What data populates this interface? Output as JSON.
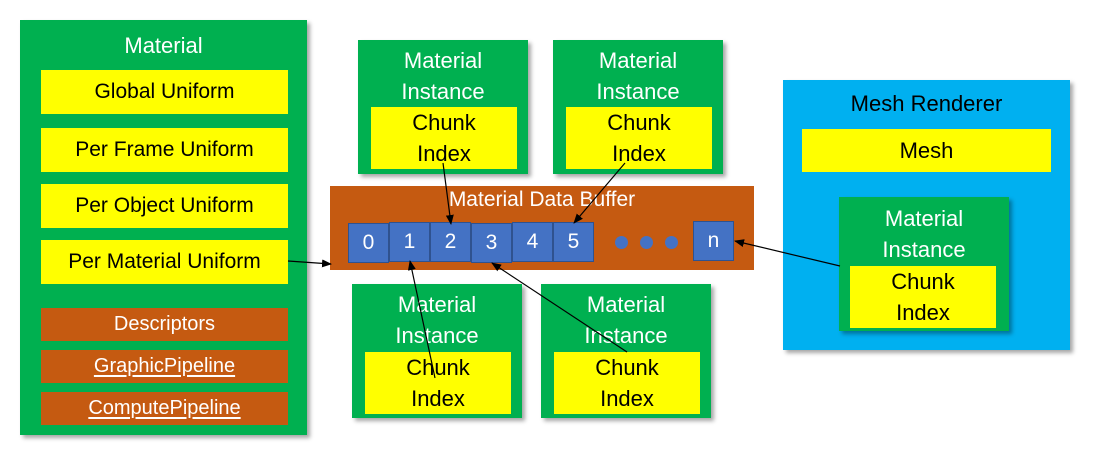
{
  "colors": {
    "green": "#00b050",
    "yellow": "#ffff00",
    "orange": "#c55a11",
    "blue_cell": "#4472c4",
    "light_blue": "#00b0f0"
  },
  "material": {
    "title": "Material",
    "uniforms": [
      "Global Uniform",
      "Per Frame Uniform",
      "Per Object Uniform",
      "Per Material Uniform"
    ],
    "descriptors": "Descriptors",
    "graphic_pipeline": "GraphicPipeline",
    "compute_pipeline": "ComputePipeline"
  },
  "buffer": {
    "title": "Material Data Buffer",
    "cells": [
      "0",
      "1",
      "2",
      "3",
      "4",
      "5"
    ],
    "last_cell": "n"
  },
  "instances": [
    {
      "title_line1": "Material",
      "title_line2": "Instance",
      "chunk_line1": "Chunk",
      "chunk_line2": "Index"
    },
    {
      "title_line1": "Material",
      "title_line2": "Instance",
      "chunk_line1": "Chunk",
      "chunk_line2": "Index"
    },
    {
      "title_line1": "Material",
      "title_line2": "Instance",
      "chunk_line1": "Chunk",
      "chunk_line2": "Index"
    },
    {
      "title_line1": "Material",
      "title_line2": "Instance",
      "chunk_line1": "Chunk",
      "chunk_line2": "Index"
    }
  ],
  "mesh_renderer": {
    "title": "Mesh Renderer",
    "mesh": "Mesh",
    "instance": {
      "title_line1": "Material",
      "title_line2": "Instance",
      "chunk_line1": "Chunk",
      "chunk_line2": "Index"
    }
  }
}
